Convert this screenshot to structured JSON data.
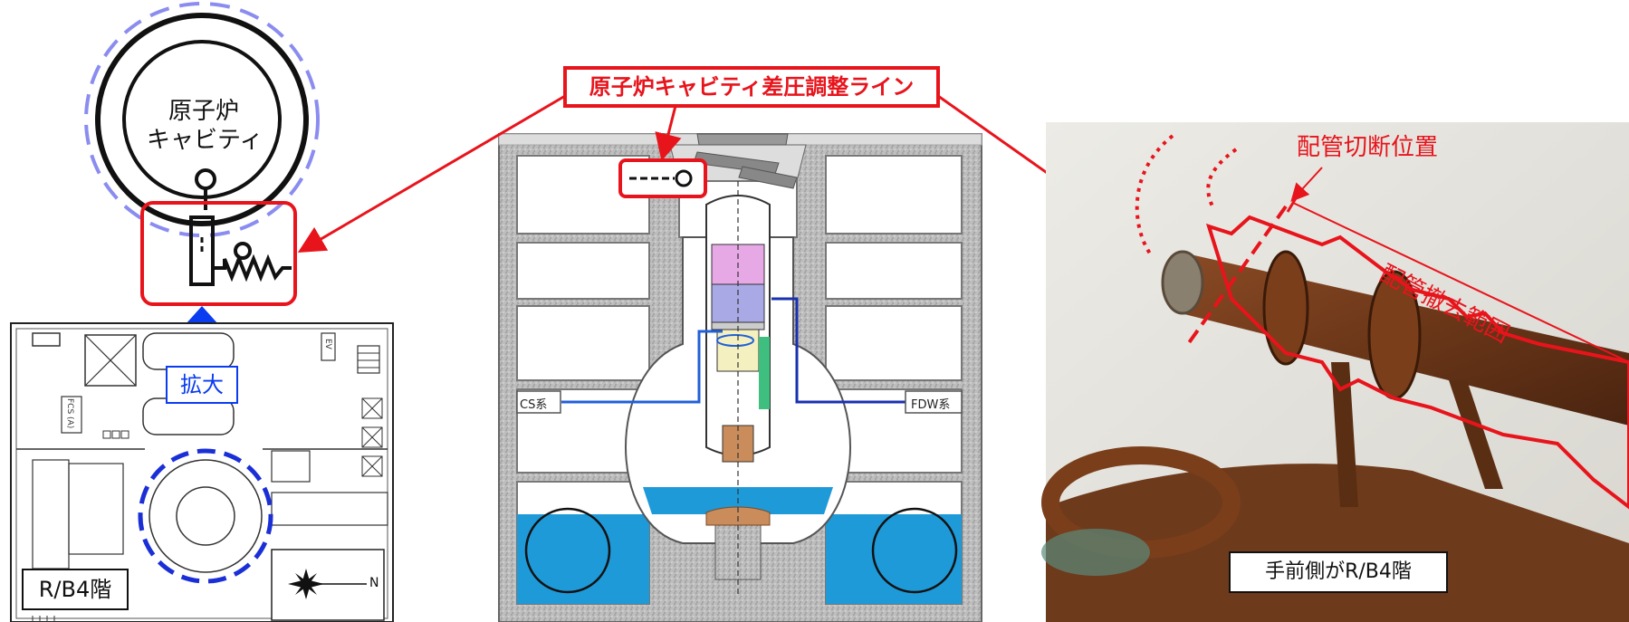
{
  "left_panel": {
    "cavity_label_line1": "原子炉",
    "cavity_label_line2": "キャビティ",
    "enlarge_label": "拡大",
    "floor_label": "R/B4階",
    "fcs_label": "FCS\n(A)",
    "ev_label": "EV",
    "compass_n": "N"
  },
  "center_panel": {
    "title_box": "原子炉キャビティ差圧調整ライン",
    "cs_label": "CS系",
    "fdw_label": "FDW系"
  },
  "right_panel": {
    "cut_position_label": "配管切断位置",
    "removal_range_label": "配管撤去範囲",
    "front_side_label": "手前側がR/B4階"
  },
  "colors": {
    "callout_red": "#e8141c",
    "blue_arrow": "#0a3cf0",
    "dashed_blue": "#1a2fd6",
    "light_dashed_blue": "#8a8cf0",
    "water_blue": "#1e9ad8",
    "concrete_gray": "#b9b9b9"
  }
}
